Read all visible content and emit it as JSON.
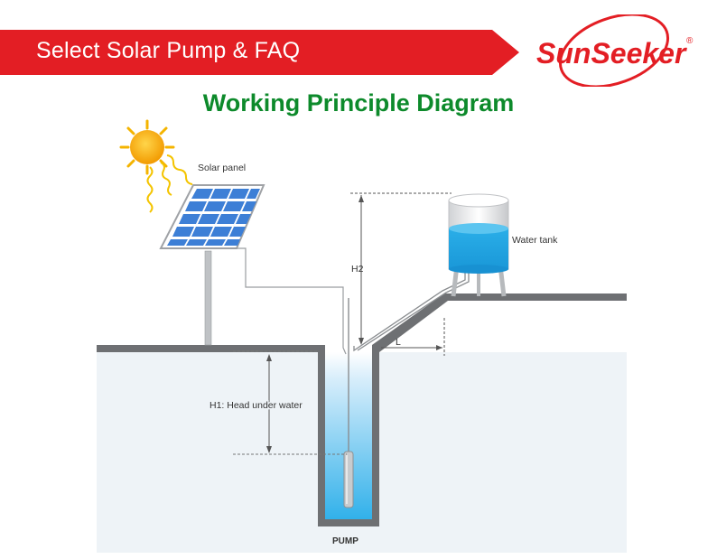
{
  "header": {
    "banner_text": "Select Solar Pump & FAQ",
    "banner_color": "#e31e24",
    "brand_logo_text": "SunSeeker",
    "brand_registered_mark": "®"
  },
  "diagram": {
    "title": "Working Principle Diagram",
    "title_color": "#0d8a2b",
    "labels": {
      "solar_panel": "Solar panel",
      "water_tank": "Water tank",
      "h2": "H2",
      "h1": "H1: Head under water",
      "l": "L",
      "pump": "PUMP"
    },
    "colors": {
      "ground": "#6e7073",
      "underground": "#eef3f7",
      "water": "#34b4ea",
      "panel_cell": "#3d7fd6",
      "sun": "#f4b400"
    }
  }
}
